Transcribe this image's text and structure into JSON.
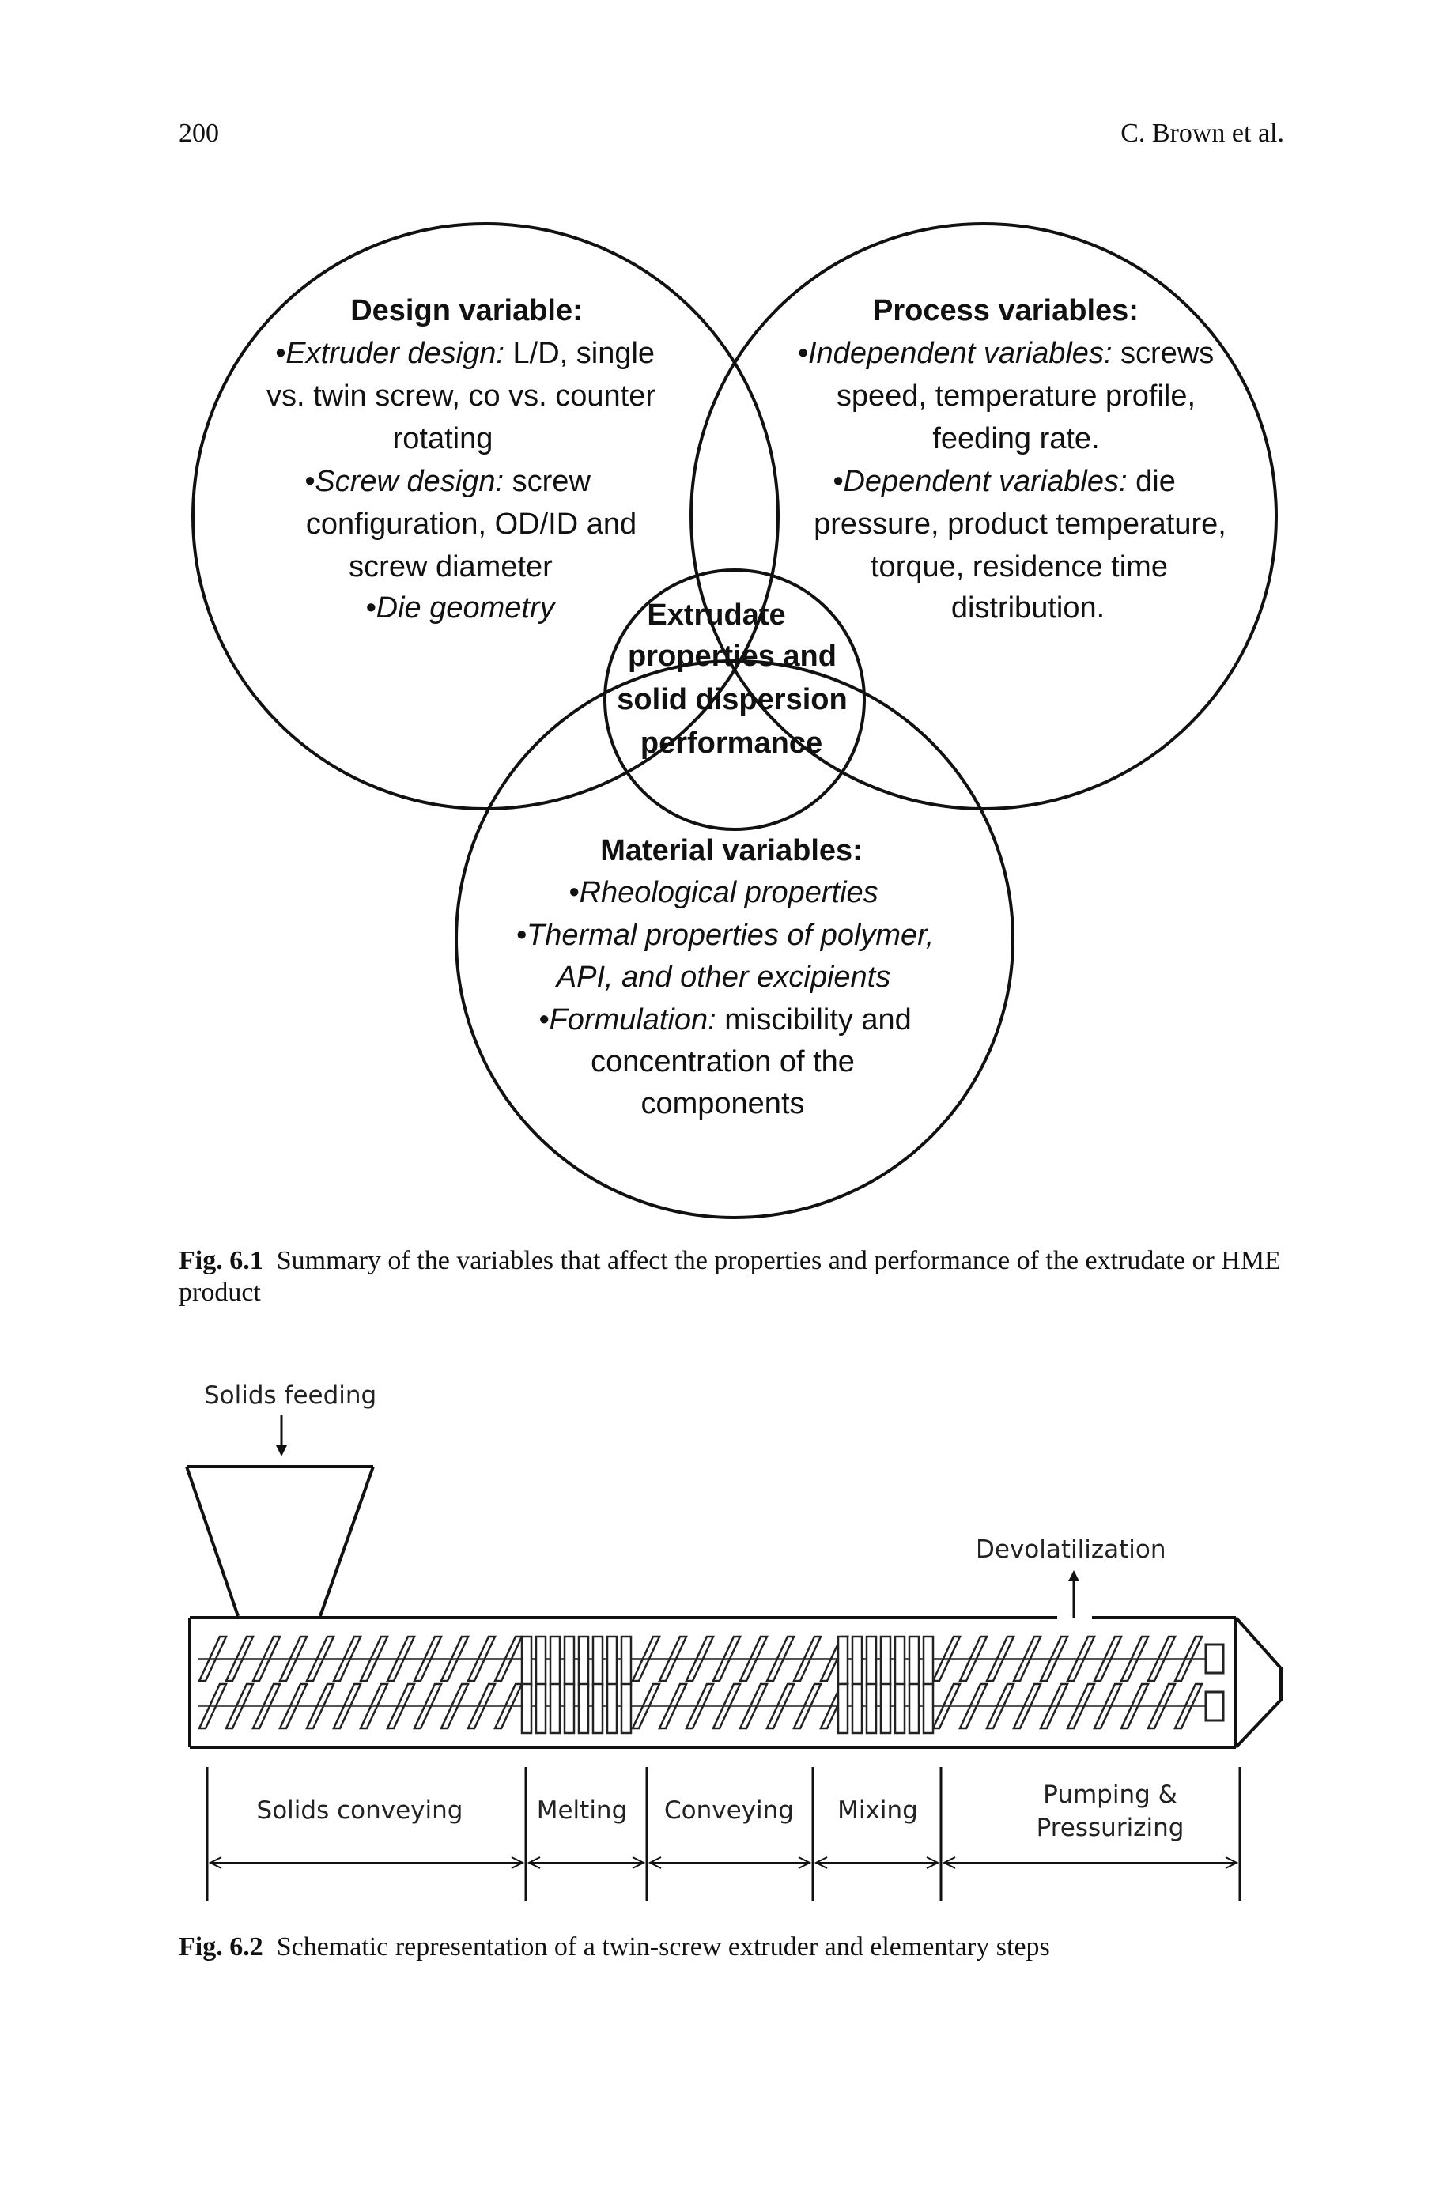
{
  "header": {
    "page_number": "200",
    "running_head": "C. Brown et al."
  },
  "figure1": {
    "design": {
      "title": "Design variable:",
      "l1_label": "•Extruder design:",
      "l1_rest": " L/D, single",
      "l2": "vs. twin screw, co vs. counter",
      "l3": "rotating",
      "l4_label": "•Screw design:",
      "l4_rest": " screw",
      "l5": "configuration, OD/ID and",
      "l6": "screw diameter",
      "l7": "•Die geometry"
    },
    "process": {
      "title": "Process variables:",
      "l1_label": "•Independent variables:",
      "l1_rest": " screws",
      "l2": "speed, temperature profile,",
      "l3": "feeding rate.",
      "l4_label": "•Dependent variables:",
      "l4_rest": " die",
      "l5": "pressure, product temperature,",
      "l6": "torque, residence time",
      "l7": "distribution."
    },
    "center": {
      "l1": "Extrudate",
      "l2": "properties and",
      "l3": "solid dispersion",
      "l4": "performance"
    },
    "material": {
      "title": "Material variables:",
      "l1": "•Rheological properties",
      "l2": "•Thermal properties of polymer,",
      "l3": "API, and other excipients",
      "l4_label": "•Formulation:",
      "l4_rest": " miscibility and",
      "l5": "concentration of the",
      "l6": "components"
    },
    "caption_label": "Fig. 6.1",
    "caption_text": "Summary of the variables that affect the properties and performance of the extrudate or HME product"
  },
  "figure2": {
    "solids_feeding": "Solids feeding",
    "devolatilization": "Devolatilization",
    "zones": [
      {
        "label": "Solids conveying"
      },
      {
        "label": "Melting"
      },
      {
        "label": "Conveying"
      },
      {
        "label": "Mixing"
      },
      {
        "label": "Pumping &",
        "label2": "Pressurizing"
      }
    ],
    "caption_label": "Fig. 6.2",
    "caption_text": "Schematic representation of a twin-screw extruder and elementary steps"
  }
}
